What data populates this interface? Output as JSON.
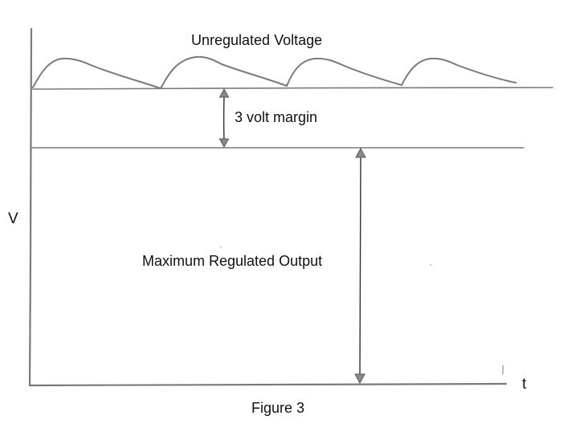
{
  "figure": {
    "caption": "Figure 3",
    "labels": {
      "unregulated": "Unregulated Voltage",
      "margin": "3 volt margin",
      "regulated": "Maximum Regulated Output",
      "y_axis": "V",
      "x_axis": "t"
    }
  }
}
